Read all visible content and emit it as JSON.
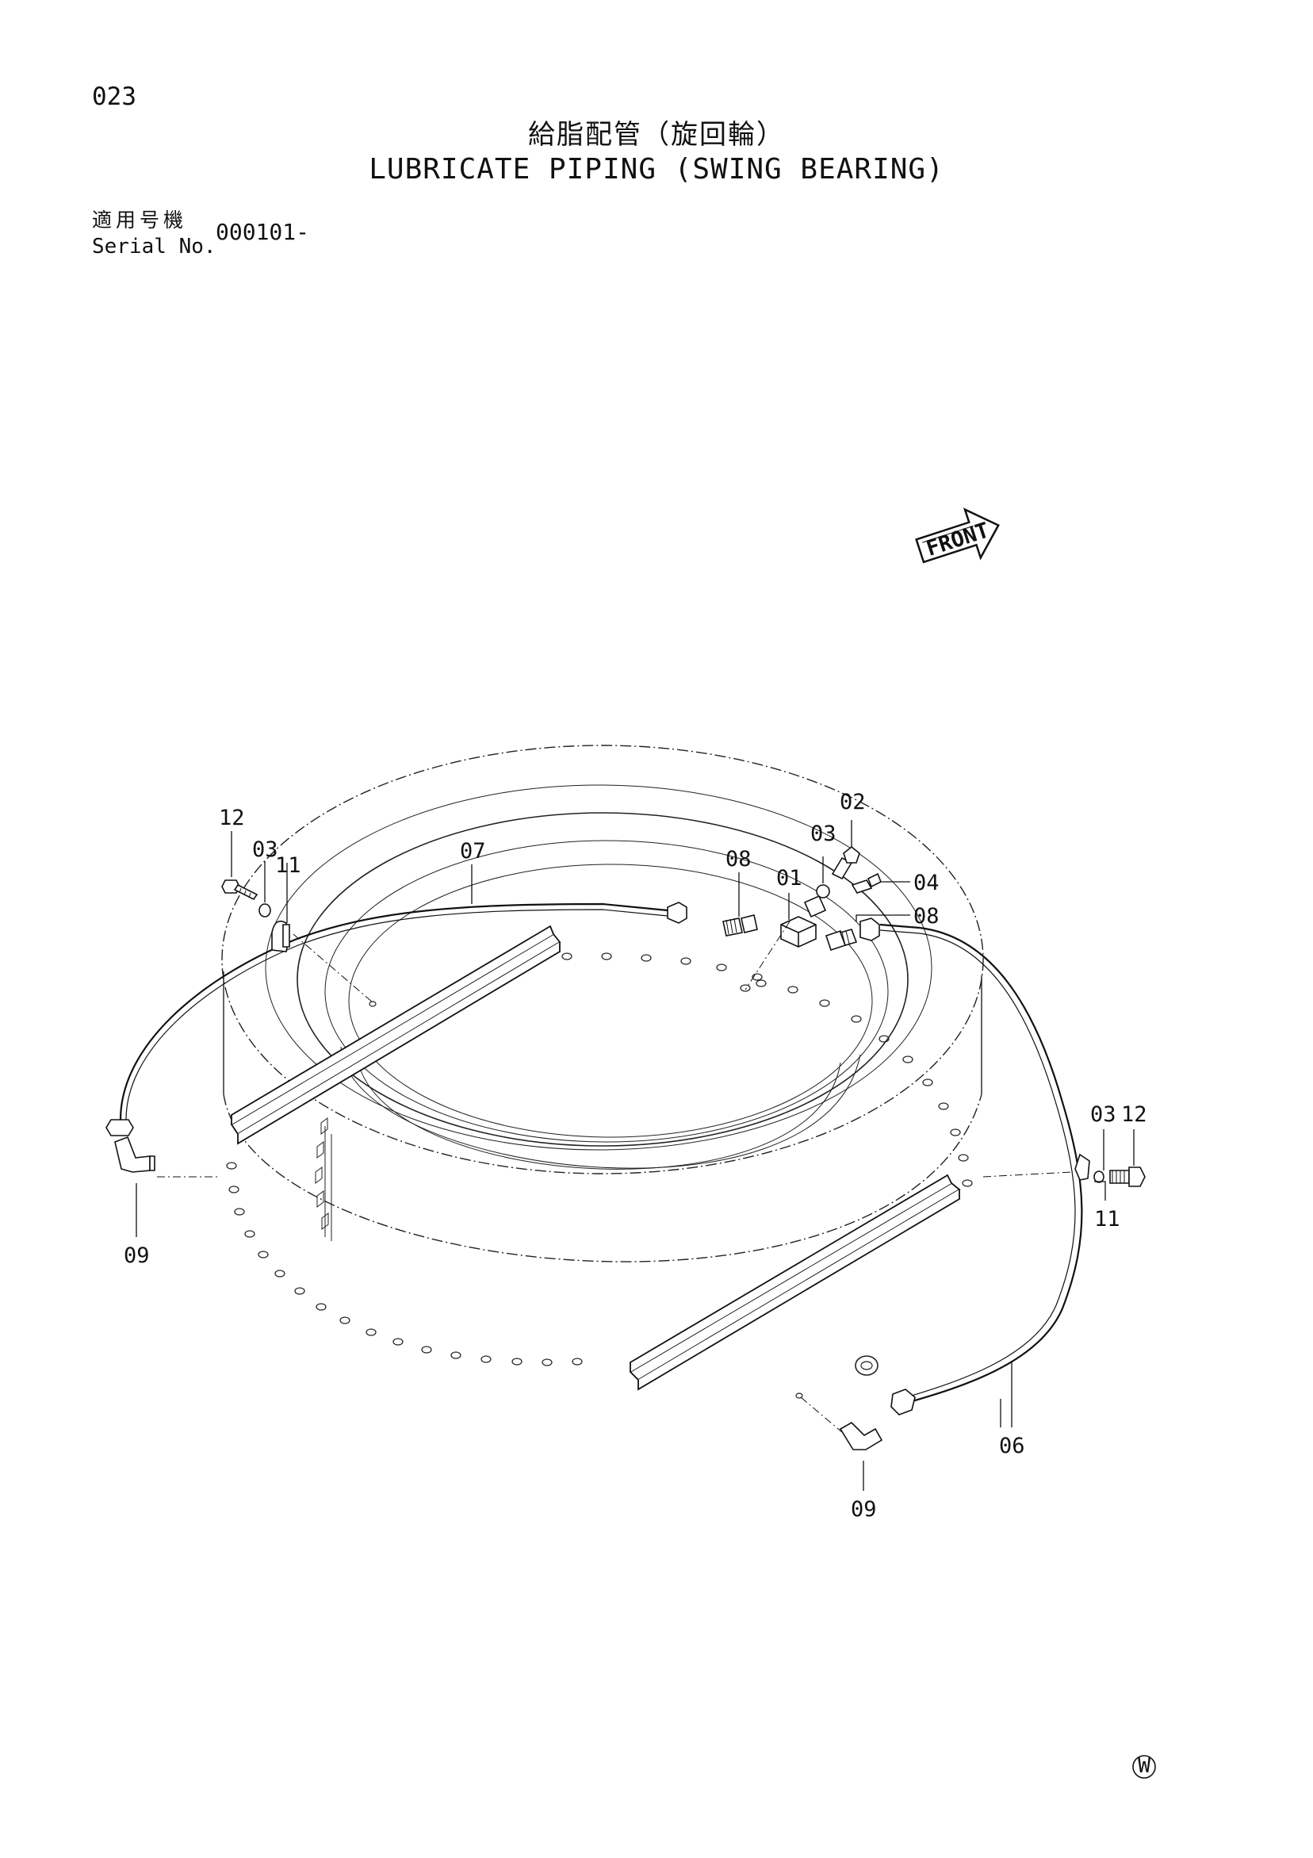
{
  "header": {
    "page_number": "023",
    "title_jp": "給脂配管（旋回輪）",
    "title_en": "LUBRICATE PIPING (SWING BEARING)",
    "serial_label_jp": "適用号機",
    "serial_label_en": "Serial No.",
    "serial_value": "000101-"
  },
  "diagram": {
    "front_label": "FRONT",
    "callouts": {
      "p01": "01",
      "p02": "02",
      "p03_a": "03",
      "p03_b": "03",
      "p03_c": "03",
      "p04": "04",
      "p06": "06",
      "p07": "07",
      "p08_a": "08",
      "p08_b": "08",
      "p09_a": "09",
      "p09_b": "09",
      "p11_a": "11",
      "p11_b": "11",
      "p12_a": "12",
      "p12_b": "12"
    },
    "corner_mark": "W"
  }
}
